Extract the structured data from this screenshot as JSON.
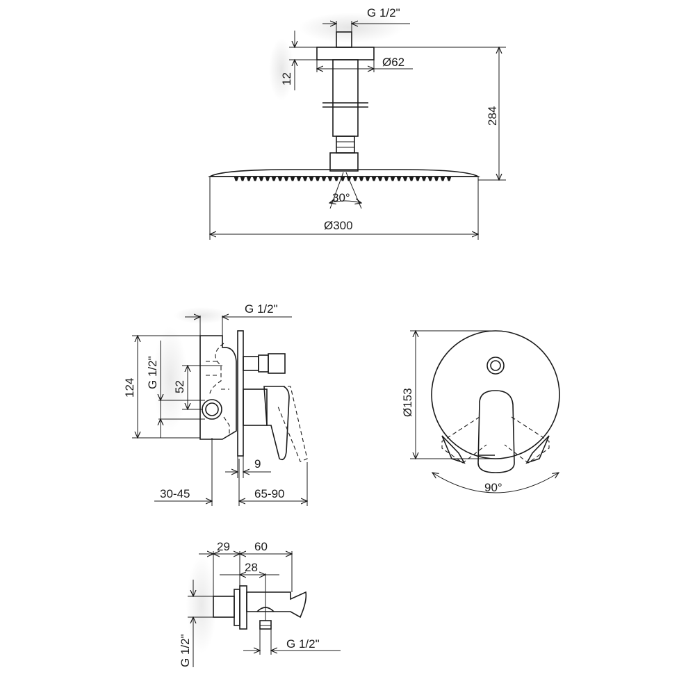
{
  "shower_head": {
    "thread_label": "G 1/2\"",
    "flange_diameter": "Ø62",
    "flange_height": "12",
    "total_height": "284",
    "spray_angle": "30°",
    "head_diameter": "Ø300"
  },
  "mixer_side": {
    "thread_label_top": "G 1/2\"",
    "thread_label_side": "G 1/2\"",
    "height_124": "124",
    "height_52": "52",
    "plate_thickness": "9",
    "depth_wall": "30-45",
    "depth_out": "65-90"
  },
  "mixer_front": {
    "diameter": "Ø153",
    "rotation_angle": "90°"
  },
  "outlet": {
    "dim_29": "29",
    "dim_60": "60",
    "dim_28": "28",
    "thread_label_bottom": "G 1/2\"",
    "thread_label_side": "G 1/2\""
  }
}
